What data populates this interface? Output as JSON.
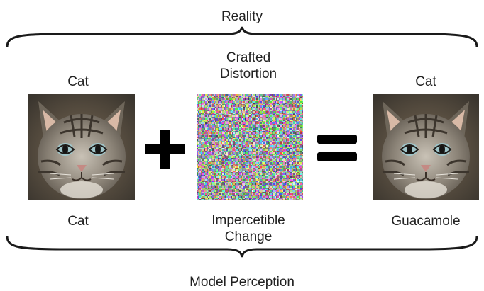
{
  "top_caption": "Reality",
  "bottom_caption": "Model Perception",
  "columns": {
    "left": {
      "reality_label": "Cat",
      "model_label": "Cat",
      "image": "cat-photo"
    },
    "middle": {
      "reality_label_line1": "Crafted",
      "reality_label_line2": "Distortion",
      "model_label_line1": "Impercetible",
      "model_label_line2": "Change",
      "image": "noise-pattern"
    },
    "right": {
      "reality_label": "Cat",
      "model_label": "Guacamole",
      "image": "cat-photo"
    }
  },
  "operators": [
    "plus-icon",
    "equals-icon"
  ],
  "colors": {
    "text": "#222222",
    "operator": "#000000",
    "brace": "#1a1a1a"
  }
}
